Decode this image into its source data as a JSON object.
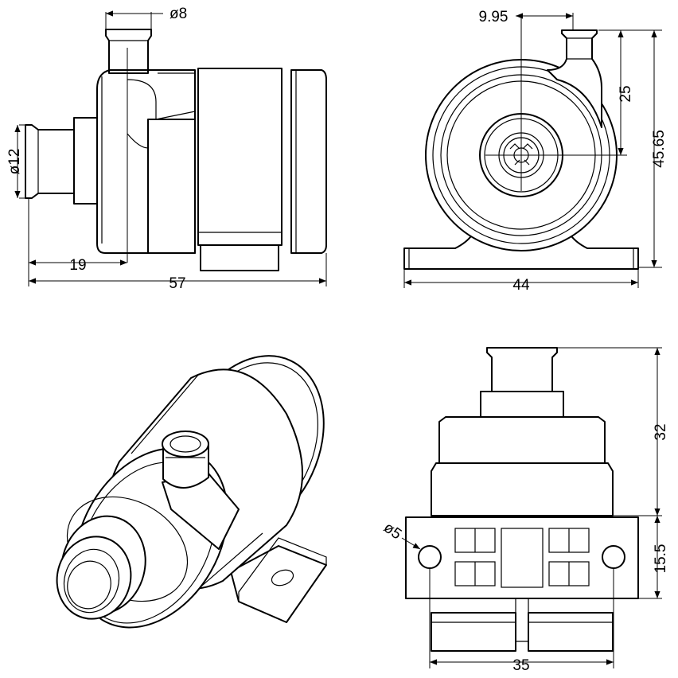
{
  "dimensions": {
    "side_outlet_diameter": "ø8",
    "side_inlet_diameter": "ø12",
    "side_inlet_offset": "19",
    "side_total_length": "57",
    "front_outlet_offset": "9.95",
    "front_outlet_height": "25",
    "front_total_height": "45.65",
    "front_base_width": "44",
    "bottom_height": "32",
    "bottom_hole_diameter": "ø5",
    "bottom_flange_height": "15.5",
    "bottom_hole_spacing": "35"
  }
}
